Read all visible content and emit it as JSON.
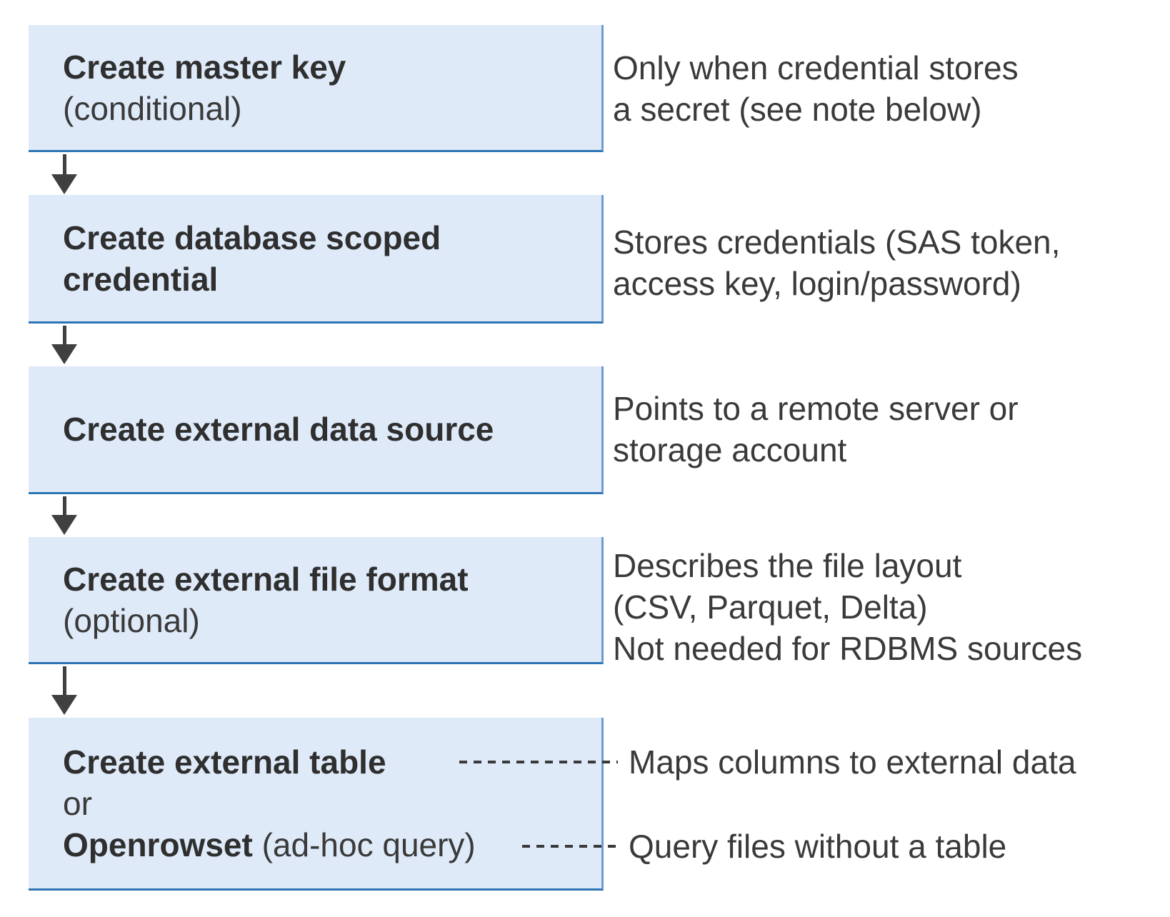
{
  "colors": {
    "box_fill": "#DFEAF9",
    "box_border_right": "#6C9BD1",
    "box_border_bottom": "#2E74B5",
    "arrow": "#404040",
    "text_bold": "#2F2F2F",
    "text_regular": "#3A3A3A",
    "background": "#FFFFFF"
  },
  "flow": {
    "steps": [
      {
        "line1": "Create master key",
        "line2": "(conditional)"
      },
      {
        "line1": "Create database scoped",
        "line2": "credential"
      },
      {
        "line1": "Create external data source"
      },
      {
        "line1": "Create external file format",
        "line2": "(optional)"
      },
      {
        "line1": "Create external table",
        "line2": "or",
        "line3_bold": "Openrowset",
        "line3_regular": " (ad-hoc query)"
      }
    ],
    "annotations": [
      {
        "line1": "Only when credential stores",
        "line2": "a secret (see note below)"
      },
      {
        "line1": "Stores credentials (SAS token,",
        "line2": "access key, login/password)"
      },
      {
        "line1": "Points to a remote server or",
        "line2": "storage account"
      },
      {
        "line1": "Describes the file layout",
        "line2": "(CSV, Parquet, Delta)",
        "line3": "Not needed for RDBMS sources"
      },
      {
        "line1": "Maps columns to external data"
      },
      {
        "line1": "Query files without a table"
      }
    ]
  }
}
